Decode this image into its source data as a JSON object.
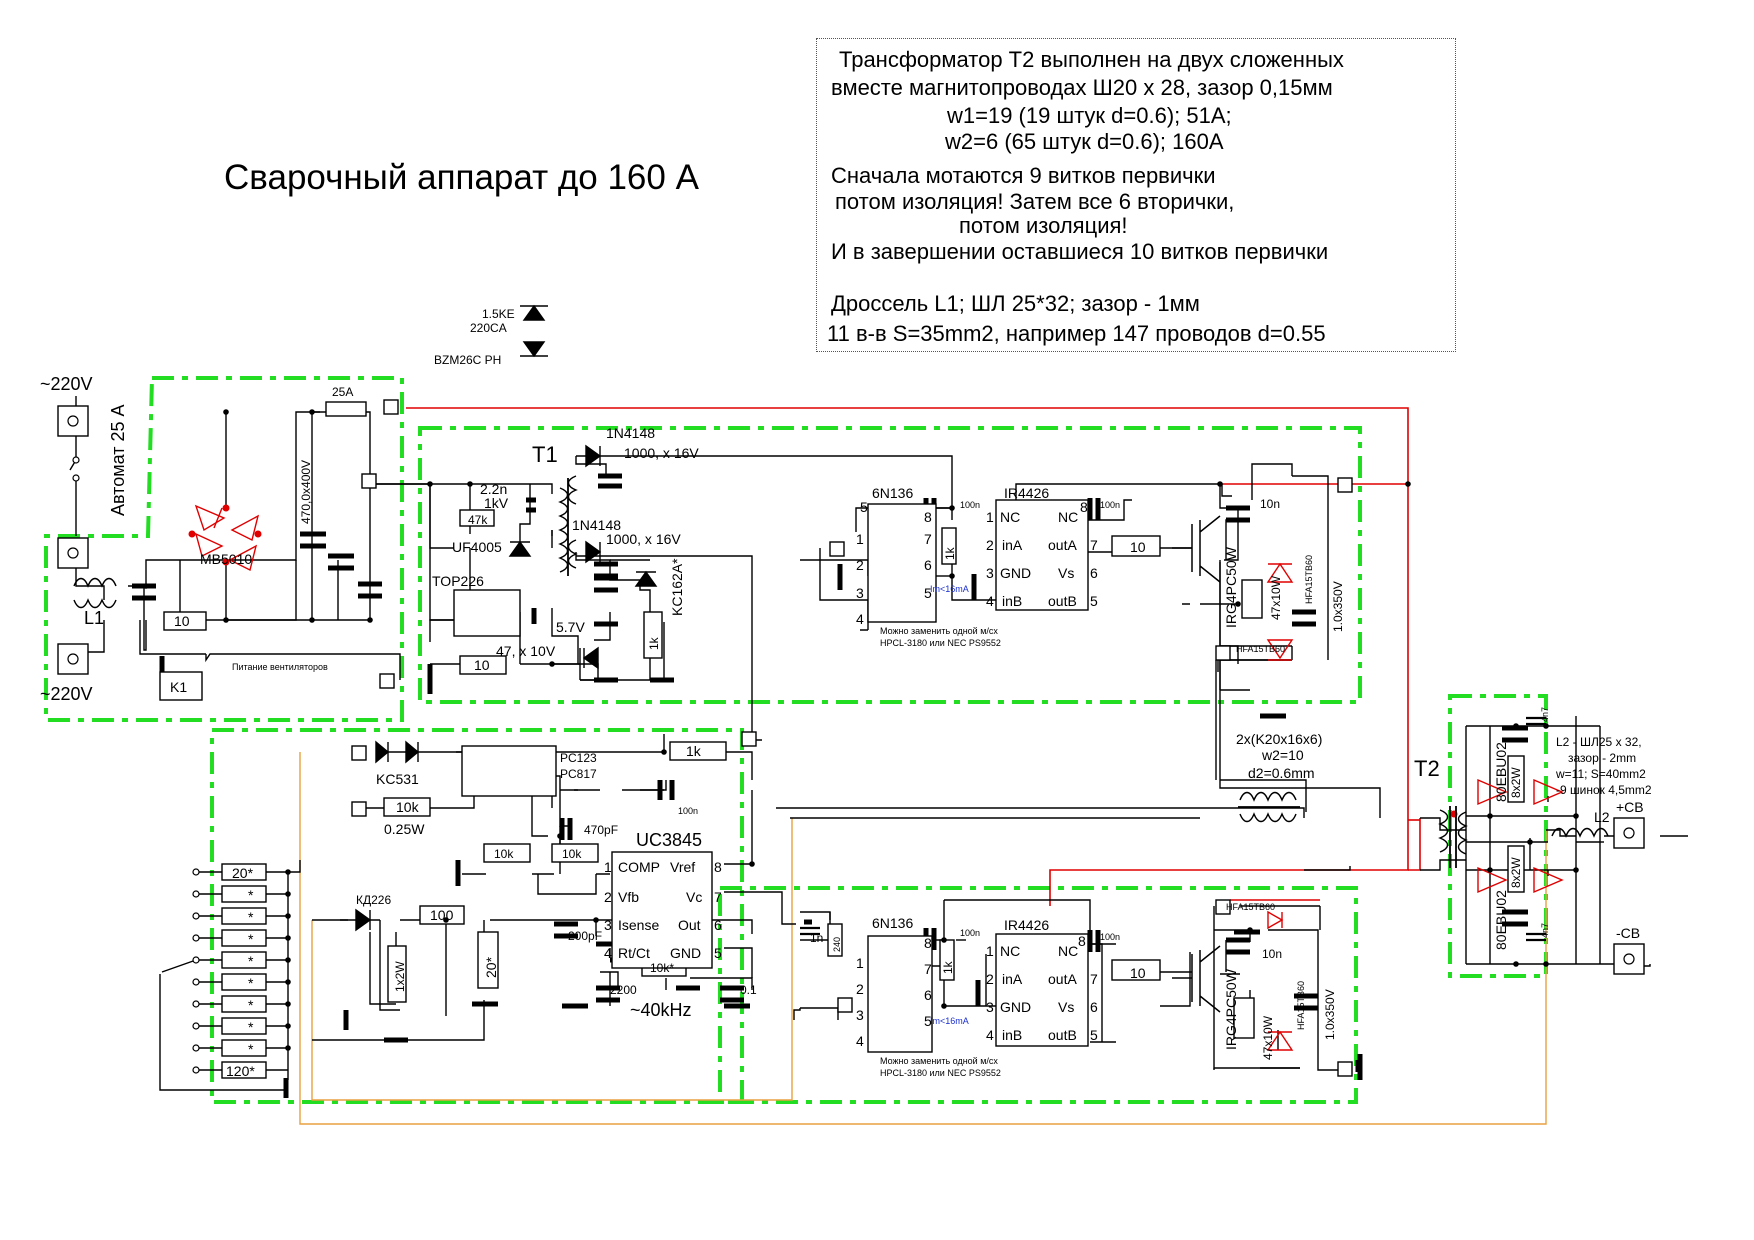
{
  "title": "Сварочный аппарат до 160 А",
  "notes": [
    "Трансформатор T2 выполнен на двух сложенных",
    "вместе магнитопроводах Ш20 х 28, зазор 0,15мм",
    "w1=19 (19 штук d=0.6);  51А;",
    "w2=6 (65 штук d=0.6); 160А",
    "Сначала мотаются 9 витков первички",
    "потом изоляция!     Затем все 6 вторички,",
    "потом изоляция!",
    "И в завершении оставшиеся 10 витков первички",
    "Дроссель L1; ШЛ 25*32; зазор - 1мм",
    "11 в-в S=35mm2, например 147 проводов d=0.55"
  ],
  "colors": {
    "wire": "#000000",
    "power": "#e00000",
    "signal": "#e8a040",
    "block": "#22dd22",
    "diode": "#e00000"
  },
  "labels": {
    "mains_top": "~220V",
    "mains_bottom": "~220V",
    "breaker": "Автомат 25 А",
    "fuse": "25A",
    "bridge": "MB5010",
    "choke_l1": "L1",
    "r10_mains": "10",
    "relay": "K1",
    "fan_power": "Питание вентиляторов",
    "cap_bulk": "470,0x400V",
    "tvs1": "1.5KE",
    "tvs2": "220CA",
    "tvs3": "BZM26C PH",
    "t1": "T1",
    "d_1n4148_a": "1N4148",
    "cap_1000_a": "1000, x 16V",
    "c_2n2": "2.2n",
    "c_1kv": "1kV",
    "r_47k": "47k",
    "d_uf4005": "UF4005",
    "d_1n4148_b": "1N4148",
    "cap_1000_b": "1000, x 16V",
    "top226": "TOP226",
    "v57": "5.7V",
    "cap_47": "47, x 10V",
    "r10_aux": "10",
    "zener_kc162": "KC162A*",
    "r1k_aux": "1k",
    "opto_top": "6N136",
    "ir_top": "IR4426",
    "c100n_a": "100n",
    "c100n_b": "100n",
    "r1k_top": "1k",
    "im_top": "Im<16mA",
    "repl1_top": "Можно заменить одной м/сх",
    "repl2_top": "HPCL-3180 или NEC PS9552",
    "r10_gate_top": "10",
    "igbt_top": "IRG4PC50W",
    "c10n_top": "10n",
    "r47_top": "47x10W",
    "d_hfa_top_a": "HFA15TB60",
    "d_hfa_top_b": "HFA15TB60",
    "c1_350_top": "1.0x350V",
    "gdt": "2x(K20x16x6)",
    "gdt_w2": "w2=10",
    "gdt_d2": "d2=0.6mm",
    "kc531": "KC531",
    "pc123": "PC123",
    "pc817": "PC817",
    "r1k_fb": "1k",
    "c100n_fb": "100n",
    "r10k_fb": "10k",
    "p025": "0.25W",
    "c470p": "470pF",
    "uc": "UC3845",
    "r10k_comp1": "10k",
    "r10k_comp2": "10k",
    "kd226": "КД226",
    "r100": "100",
    "c200p": "200pF",
    "r1x2w": "1x2W",
    "r20s": "20*",
    "r10k_rt": "10k*",
    "c2200": "2200",
    "freq": "~40kHz",
    "c01": "0.1",
    "uc_pins": [
      "1",
      "2",
      "3",
      "4",
      "8",
      "7",
      "6",
      "5"
    ],
    "uc_names": [
      "COMP",
      "Vfb",
      "Isense",
      "Rt/Ct",
      "Vref",
      "Vc",
      "Out",
      "GND"
    ],
    "shunt_top": "20*",
    "shunt_bot": "120*",
    "shunt_star": "*",
    "opto_bot": "6N136",
    "ir_bot": "IR4426",
    "c1n": "1n",
    "r240": "240",
    "c100n_c": "100n",
    "c100n_d": "100n",
    "r1k_bot": "1k",
    "im_bot": "Im<16mA",
    "repl1_bot": "Можно заменить одной м/сх",
    "repl2_bot": "HPCL-3180 или NEC PS9552",
    "r10_gate_bot": "10",
    "igbt_bot": "IRG4PC50W",
    "c10n_bot": "10n",
    "r47_bot": "47x10W",
    "d_hfa_bot_a": "HFA15TB60",
    "d_hfa_bot_b": "HFA15TB60",
    "c1_350_bot": "1.0x350V",
    "t2": "T2",
    "d80_top": "80EBU02",
    "d80_bot": "80EBU02",
    "rc_top": "8x2W",
    "rc_bot": "8x2W",
    "c4n7_top": "4n7",
    "c4n7_bot": "4n7",
    "l2_1": "L2 - ШЛ25 х 32,",
    "l2_2": "зазор - 2mm",
    "l2_3": "w=11; S=40mm2",
    "l2_4": "-9 шинок 4,5mm2",
    "l2": "L2",
    "plus": "+СВ",
    "minus": "-СВ",
    "ir_pins": [
      "NC",
      "inA",
      "GND",
      "inB",
      "NC",
      "outA",
      "Vs",
      "outB"
    ],
    "ir_num": [
      "1",
      "2",
      "3",
      "4",
      "8",
      "7",
      "6",
      "5"
    ],
    "opto_num": [
      "1",
      "2",
      "3",
      "4",
      "8",
      "7",
      "6",
      "5"
    ]
  }
}
